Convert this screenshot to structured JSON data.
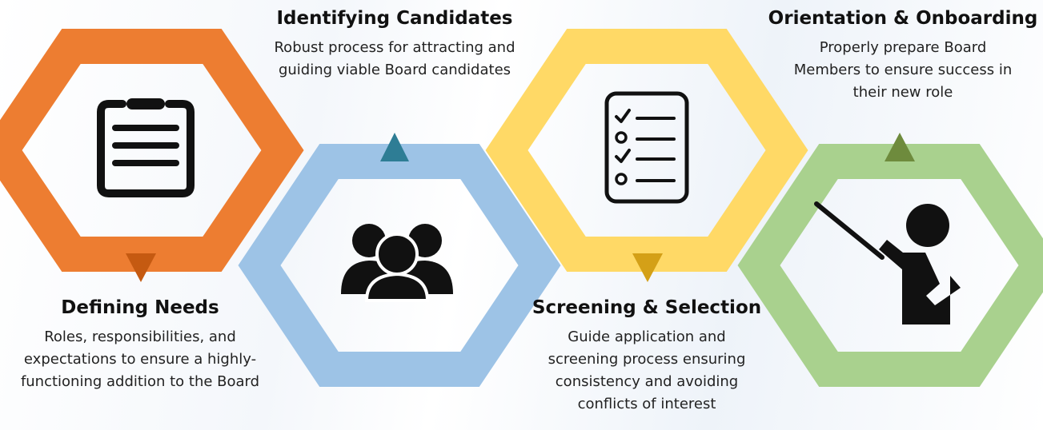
{
  "stages": [
    {
      "title": "Defining Needs",
      "description": "Roles, responsibilities, and expectations to ensure a highly-functioning addition to the Board",
      "color": "#ED7D31",
      "arrow_color": "#C55A11",
      "icon": "clipboard-icon",
      "arrow": "down"
    },
    {
      "title": "Identifying Candidates",
      "description": "Robust process for attracting and guiding viable Board candidates",
      "color": "#9DC3E6",
      "arrow_color": "#2E7D95",
      "icon": "people-group-icon",
      "arrow": "up"
    },
    {
      "title": "Screening & Selection",
      "description": "Guide application and screening process ensuring consistency and avoiding conflicts of interest",
      "color": "#FFD966",
      "arrow_color": "#D4A017",
      "icon": "checklist-icon",
      "arrow": "down"
    },
    {
      "title": "Orientation & Onboarding",
      "description": "Properly prepare Board Members to ensure success in their new role",
      "color": "#A9D18E",
      "arrow_color": "#6E8B3D",
      "icon": "presenter-icon",
      "arrow": "up"
    }
  ]
}
